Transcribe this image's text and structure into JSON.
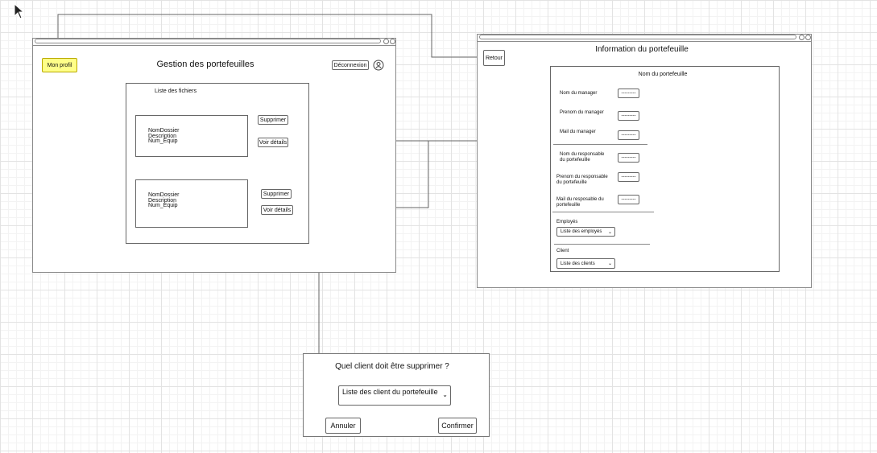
{
  "colors": {
    "highlight": "#ffff88",
    "stroke": "#666666"
  },
  "main_window": {
    "title": "Gestion des portefeuilles",
    "profile_button": "Mon profil",
    "logout_button": "Déconnexion",
    "file_list_title": "Liste des fichiers",
    "files": [
      {
        "lines": [
          "NomDossier",
          "Description",
          "Num_Equip"
        ],
        "delete_label": "Supprimer",
        "details_label": "Voir détails"
      },
      {
        "lines": [
          "NomDossier",
          "Description",
          "Num_Equip"
        ],
        "delete_label": "Supprimer",
        "details_label": "Voir détails"
      }
    ]
  },
  "details_window": {
    "title": "Information du portefeuille",
    "back_button": "Retour",
    "portfolio_name": "Nom du portefeuille",
    "field_placeholder": "---------",
    "fields": [
      {
        "label_lines": [
          "Nom du manager"
        ]
      },
      {
        "label_lines": [
          "Prenom du manager"
        ]
      },
      {
        "label_lines": [
          "Mail du manager"
        ]
      },
      {
        "label_lines": [
          "Nom du responsable",
          "du portefeuille"
        ]
      },
      {
        "label_lines": [
          "Prenom du responsable",
          "du portefeuille"
        ]
      },
      {
        "label_lines": [
          "Mail du resposable du",
          "portefeuille"
        ]
      }
    ],
    "employees_label": "Employés",
    "employees_select": "Liste des employés",
    "client_label": "Client",
    "client_select": "Liste des clients"
  },
  "dialog": {
    "question": "Quel client doit être supprimer ?",
    "select_value": "Liste des client du portefeuille",
    "cancel_button": "Annuler",
    "confirm_button": "Confirmer"
  },
  "icons": {
    "cursor": "mouse-cursor-icon",
    "user": "user-icon",
    "chevron": "chevron-down-icon"
  }
}
